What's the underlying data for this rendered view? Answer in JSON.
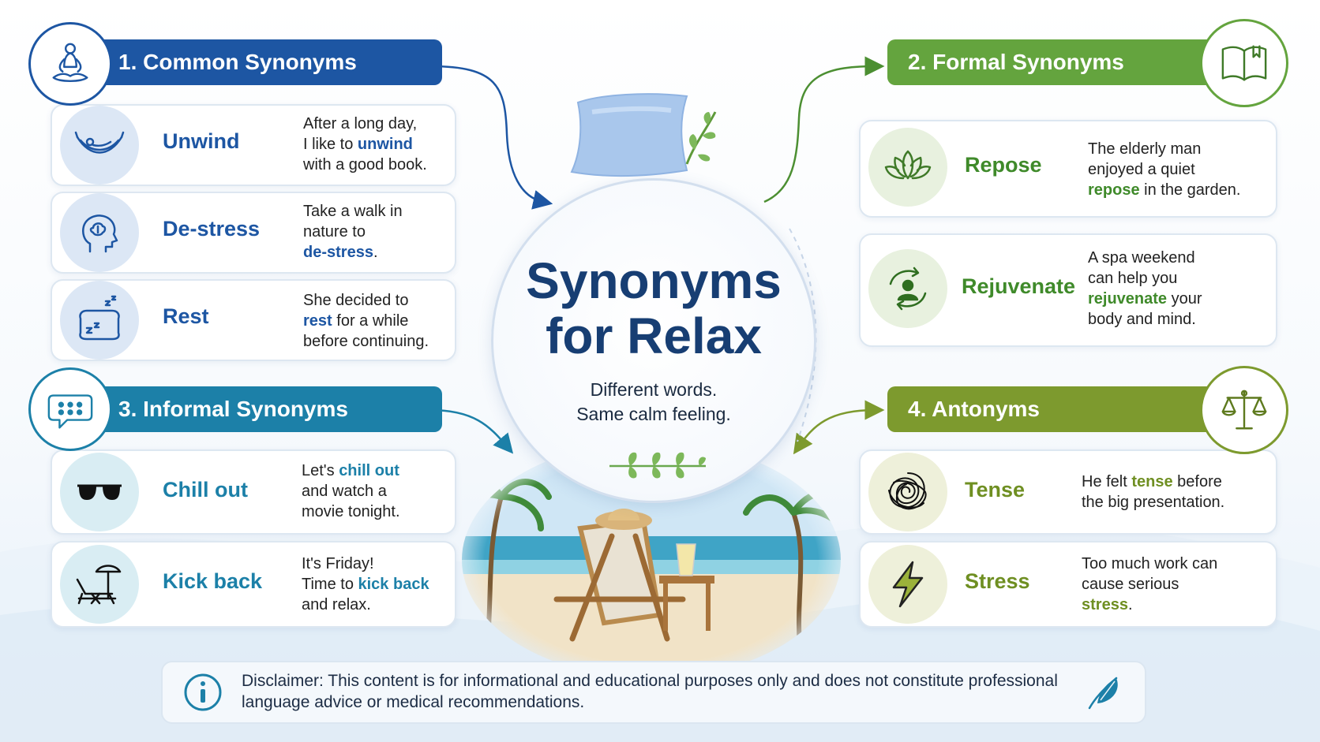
{
  "title_line1": "Synonyms",
  "title_line2": "for Relax",
  "subtitle_line1": "Different words.",
  "subtitle_line2": "Same calm feeling.",
  "sections": [
    {
      "header": "1. Common Synonyms",
      "header_icon": "meditation-icon",
      "cards": [
        {
          "word": "Unwind",
          "icon": "hammock-icon",
          "sentence": {
            "before": "After a long day,\nI like to ",
            "highlight": "unwind",
            "after": "\nwith a good book."
          }
        },
        {
          "word": "De-stress",
          "icon": "head-brain-icon",
          "sentence": {
            "before": "Take a walk in\nnature to\n",
            "highlight": "de-stress",
            "after": "."
          }
        },
        {
          "word": "Rest",
          "icon": "sleeping-pillow-icon",
          "sentence": {
            "before": "She decided to\n",
            "highlight": "rest",
            "after": " for a while\nbefore continuing."
          }
        }
      ]
    },
    {
      "header": "2. Formal Synonyms",
      "header_icon": "open-book-icon",
      "cards": [
        {
          "word": "Repose",
          "icon": "lotus-icon",
          "sentence": {
            "before": "The elderly man\nenjoyed a quiet\n",
            "highlight": "repose",
            "after": " in the garden."
          }
        },
        {
          "word": "Rejuvenate",
          "icon": "person-cycle-icon",
          "sentence": {
            "before": "A spa weekend\ncan help you\n",
            "highlight": "rejuvenate",
            "after": " your\nbody and mind."
          }
        }
      ]
    },
    {
      "header": "3. Informal Synonyms",
      "header_icon": "chat-bubble-icon",
      "cards": [
        {
          "word": "Chill out",
          "icon": "sunglasses-icon",
          "sentence": {
            "before": "Let's ",
            "highlight": "chill out",
            "after": "\nand watch a\nmovie tonight."
          }
        },
        {
          "word": "Kick back",
          "icon": "beach-chair-icon",
          "sentence": {
            "before": "It's Friday!\nTime to ",
            "highlight": "kick back",
            "after": "\nand relax."
          }
        }
      ]
    },
    {
      "header": "4. Antonyms",
      "header_icon": "scales-icon",
      "cards": [
        {
          "word": "Tense",
          "icon": "tangle-icon",
          "sentence": {
            "before": "He felt ",
            "highlight": "tense",
            "after": " before\nthe big presentation."
          }
        },
        {
          "word": "Stress",
          "icon": "lightning-icon",
          "sentence": {
            "before": "Too much work can\ncause serious\n",
            "highlight": "stress",
            "after": "."
          }
        }
      ]
    }
  ],
  "disclaimer": "Disclaimer: This content is for informational and educational purposes only and does not constitute professional language advice or medical recommendations.",
  "colors": {
    "common": "#1d56a3",
    "formal": "#64a43e",
    "informal": "#1c80a8",
    "antonyms": "#7d9a2e",
    "title": "#173e73"
  }
}
